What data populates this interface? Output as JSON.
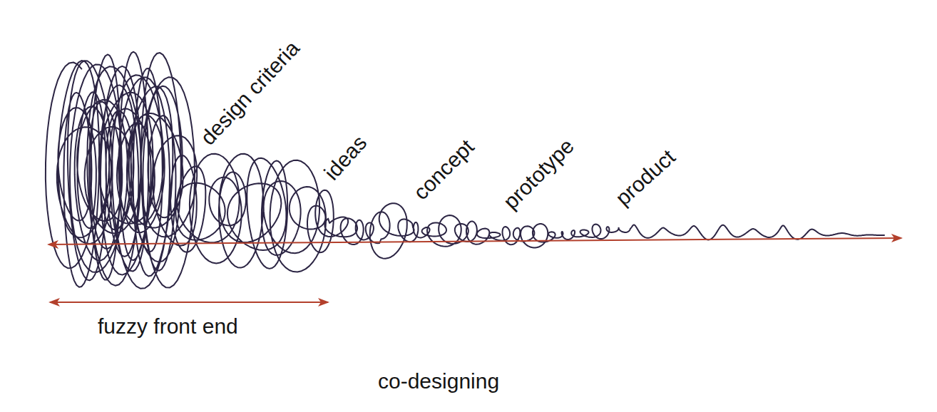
{
  "diagram": {
    "labels": [
      "design criteria",
      "ideas",
      "concept",
      "prototype",
      "product",
      "fuzzy front end",
      "co-designing"
    ]
  }
}
